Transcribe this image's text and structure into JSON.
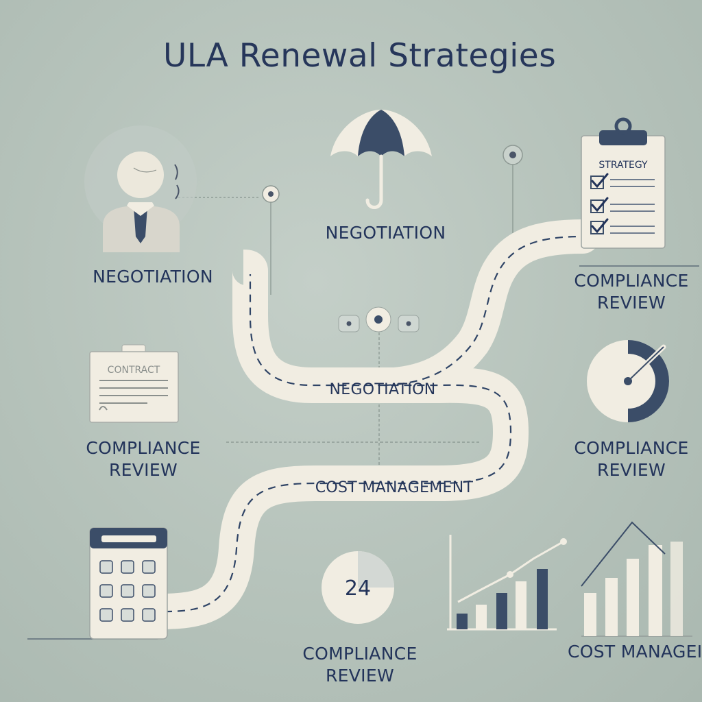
{
  "title": "ULA Renewal Strategies",
  "labels": {
    "top_left": "NEGOTIATION",
    "top_center": "NEGOTIATION",
    "top_right": "COMPLIANCE\nREVIEW",
    "road_middle": "NEGOTIATION",
    "mid_left": "COMPLIANCE\nREVIEW",
    "mid_right": "COMPLIANCE\nREVIEW",
    "road_lower": "COST MANAGEMENT",
    "bottom_center": "COMPLIANCE\nREVIEW",
    "bottom_right": "COST MANAGEI"
  },
  "icons": {
    "clipboard_heading": "STRATEGY",
    "contract_heading": "CONTRACT",
    "timer_number": "24",
    "names": [
      "person-icon",
      "umbrella-icon",
      "clipboard-checklist-icon",
      "contract-document-icon",
      "pie-gauge-icon",
      "calculator-icon",
      "timer-icon",
      "bar-chart-icon"
    ]
  },
  "colors": {
    "background": "#b7c4bc",
    "navy": "#3b4d68",
    "cream": "#f1ede2",
    "text": "#22335a"
  }
}
